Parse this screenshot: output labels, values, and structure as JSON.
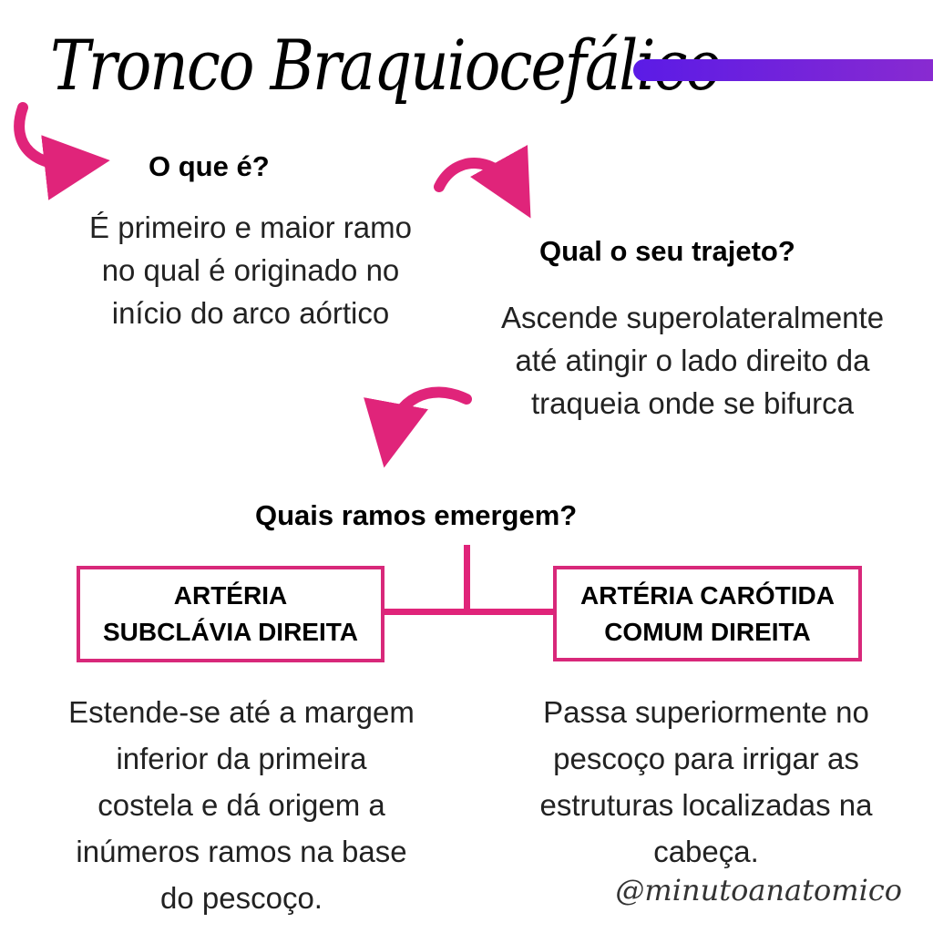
{
  "title": "Tronco Braquiocefálico",
  "sections": {
    "what": {
      "heading": "O que é?",
      "lines": [
        "É primeiro e maior ramo",
        "no qual é originado no",
        "início do arco aórtico"
      ]
    },
    "path": {
      "heading": "Qual o seu trajeto?",
      "lines": [
        "Ascende superolateralmente",
        "até atingir o lado direito da",
        "traqueia onde se bifurca"
      ]
    },
    "branches": {
      "heading": "Quais ramos emergem?",
      "left": {
        "label_lines": [
          "ARTÉRIA",
          "SUBCLÁVIA DIREITA"
        ],
        "desc_lines": [
          "Estende-se até a margem",
          "inferior da primeira",
          "costela e dá origem a",
          "inúmeros ramos na base",
          "do pescoço."
        ]
      },
      "right": {
        "label_lines": [
          "ARTÉRIA CARÓTIDA",
          "COMUM DIREITA"
        ],
        "desc_lines": [
          "Passa superiormente no",
          "pescoço para irrigar as",
          "estruturas localizadas na",
          "cabeça."
        ]
      }
    }
  },
  "handle": "@minutoanatomico",
  "colors": {
    "accent": "#e0247a",
    "bar_start": "#5b1be6",
    "bar_end": "#8a2bd0"
  }
}
